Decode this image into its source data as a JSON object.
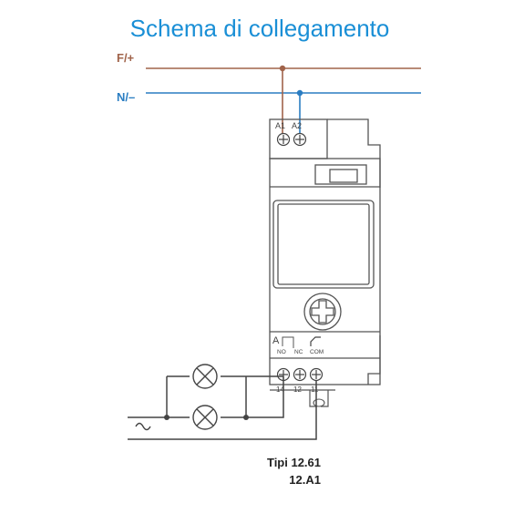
{
  "title": "Schema di collegamento",
  "lines": {
    "phase_label": "F/+",
    "neutral_label": "N/–"
  },
  "terminals": {
    "supply": [
      "A1",
      "A2"
    ],
    "contacts": [
      "NO",
      "NC",
      "COM"
    ],
    "contact_numbers": [
      "14",
      "12",
      "11"
    ],
    "module_letter": "A"
  },
  "supply_symbol": "ac-source-icon",
  "caption": {
    "line1": "Tipi 12.61",
    "line2": "12.A1"
  },
  "colors": {
    "title": "#1a8fd6",
    "phase": "#a0634a",
    "neutral": "#2a7dc2",
    "wire": "#444444",
    "device": "#555555"
  }
}
